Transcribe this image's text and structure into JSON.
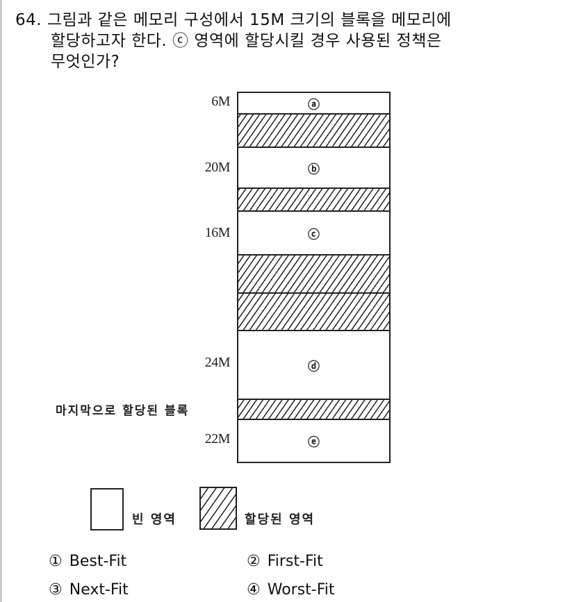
{
  "question": {
    "number": "64.",
    "line1": "그림과 같은 메모리 구성에서 15M 크기의 블록을 메모리에",
    "line2": "할당하고자 한다. ⓒ 영역에 할당시킬 경우 사용된 정책은",
    "line3": "무엇인가?"
  },
  "diagram": {
    "blocks": [
      {
        "type": "free",
        "label": "ⓐ",
        "size": "6M"
      },
      {
        "type": "allocated",
        "label": "",
        "size": ""
      },
      {
        "type": "free",
        "label": "ⓑ",
        "size": "20M"
      },
      {
        "type": "allocated",
        "label": "",
        "size": ""
      },
      {
        "type": "free",
        "label": "ⓒ",
        "size": "16M"
      },
      {
        "type": "allocated",
        "label": "",
        "size": ""
      },
      {
        "type": "allocated",
        "label": "",
        "size": ""
      },
      {
        "type": "free",
        "label": "ⓓ",
        "size": "24M"
      },
      {
        "type": "allocated",
        "label": "",
        "size": "",
        "note": "마지막으로 할당된 블록"
      },
      {
        "type": "free",
        "label": "ⓔ",
        "size": "22M"
      }
    ],
    "last_allocated_label": "마지막으로 할당된 블록"
  },
  "legend": {
    "free": "빈 영역",
    "allocated": "할당된 영역"
  },
  "options": [
    {
      "num": "①",
      "text": "Best-Fit"
    },
    {
      "num": "②",
      "text": "First-Fit"
    },
    {
      "num": "③",
      "text": "Next-Fit"
    },
    {
      "num": "④",
      "text": "Worst-Fit"
    }
  ]
}
